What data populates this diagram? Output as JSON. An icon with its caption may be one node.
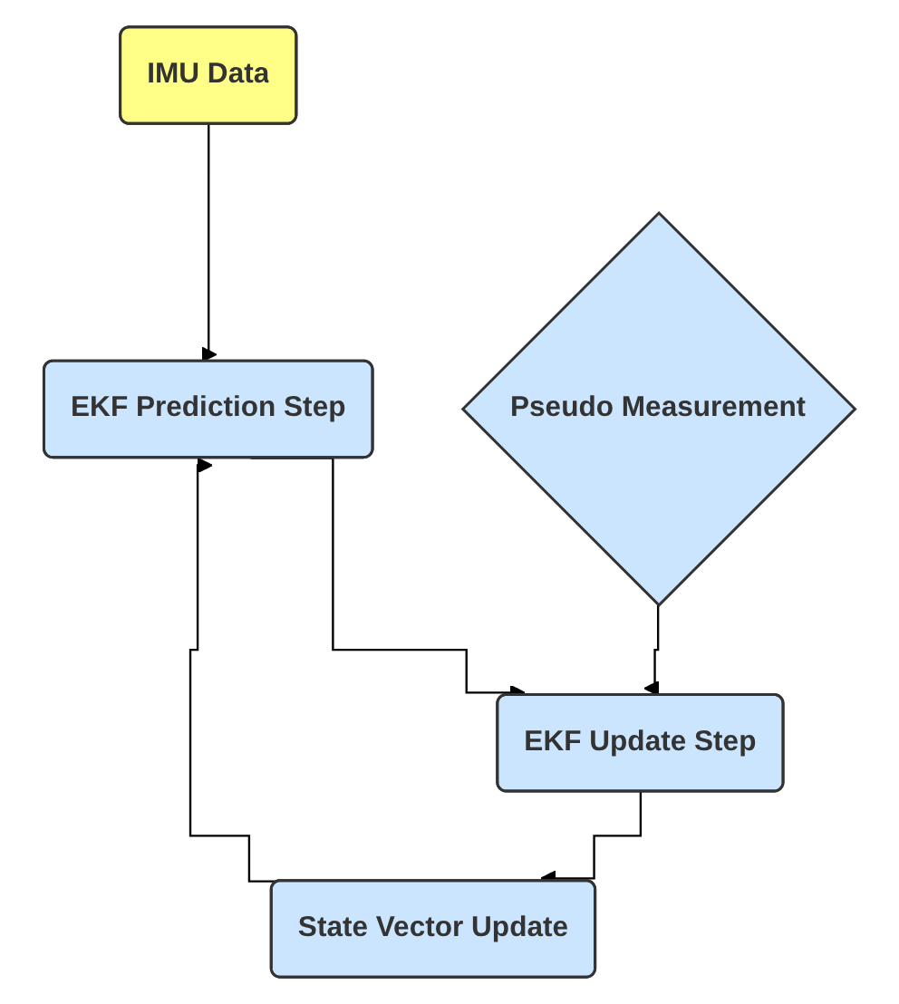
{
  "diagram": {
    "nodes": [
      {
        "text": [
          "IMU Data"
        ]
      },
      {
        "text": [
          "EKF Prediction Step"
        ]
      },
      {
        "text": [
          "EKF Update Step"
        ]
      },
      {
        "text": [
          "State Vector Update"
        ]
      },
      {
        "text": [
          "Pseudo Measurement"
        ]
      }
    ],
    "edges": [
      {
        "from": 0,
        "to": 1,
        "arrow": "to"
      },
      {
        "from": 1,
        "to": 2,
        "arrow": "to"
      },
      {
        "from": 2,
        "to": 3,
        "arrow": "to"
      },
      {
        "from": 3,
        "to": 1,
        "arrow": "to"
      },
      {
        "from": 4,
        "to": 2,
        "arrow": "to"
      }
    ]
  }
}
